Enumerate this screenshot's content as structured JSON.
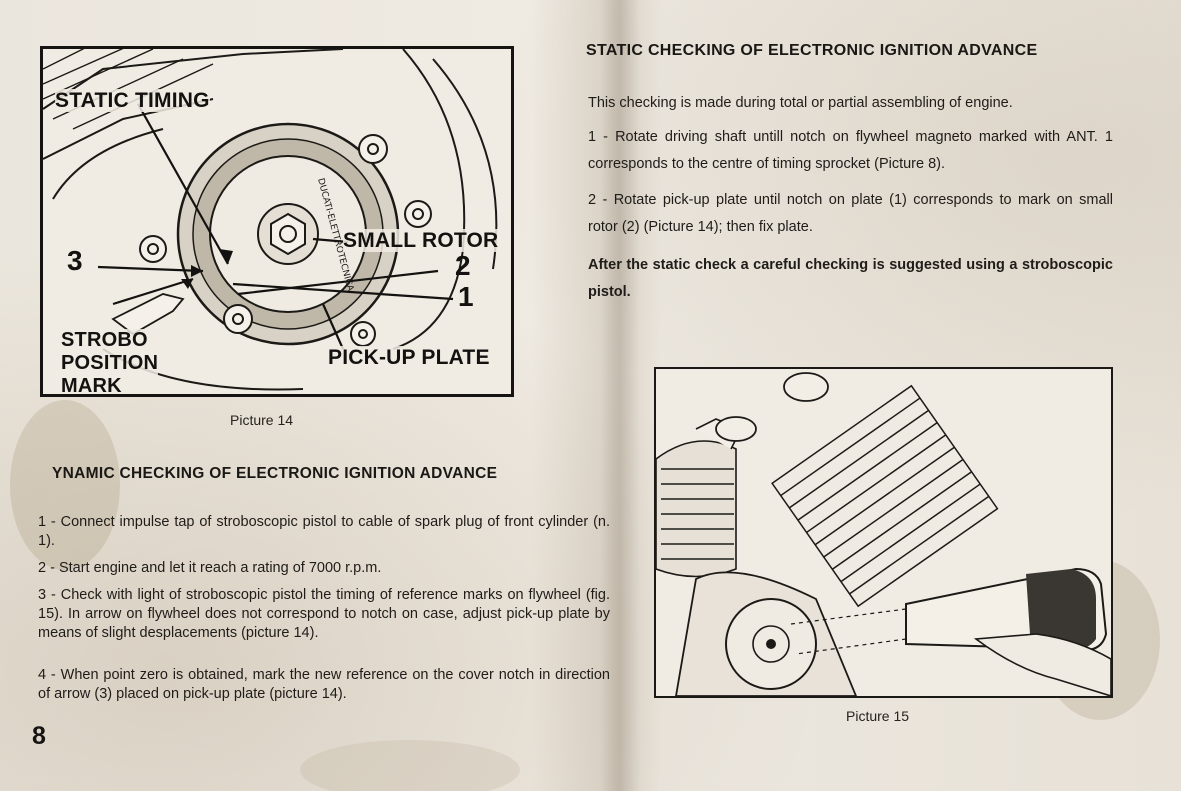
{
  "left_page": {
    "figure14": {
      "labels": {
        "static_timing": "STATIC TIMING",
        "small_rotor": "SMALL ROTOR",
        "pickup_plate": "PICK-UP PLATE",
        "strobo_line1": "STROBO",
        "strobo_line2": "POSITION",
        "strobo_line3": "MARK",
        "num1": "1",
        "num2": "2",
        "num3": "3",
        "rotor_text": "DUCATI-ELETTROTECNICA"
      },
      "caption": "Picture 14"
    },
    "heading": "YNAMIC CHECKING OF ELECTRONIC IGNITION ADVANCE",
    "paragraphs": [
      "1 - Connect impulse tap of stroboscopic pistol to cable of spark plug of front cylinder (n. 1).",
      "2 - Start engine and let it reach a rating of 7000 r.p.m.",
      "3 - Check with light of stroboscopic pistol the timing of reference marks on flywheel (fig. 15). In arrow on flywheel does not correspond to notch on case, adjust pick-up plate by means of slight desplacements (picture 14).",
      "4 - When point zero is obtained, mark the new reference on the cover notch in direction of arrow (3) placed on pick-up plate (picture 14)."
    ],
    "page_number": "8"
  },
  "right_page": {
    "heading": "STATIC CHECKING OF ELECTRONIC IGNITION ADVANCE",
    "paragraphs": [
      "This checking is made during total or partial assembling of engine.",
      "1 - Rotate driving shaft untill notch on flywheel magneto marked with ANT. 1 corresponds to the centre of timing sprocket (Picture 8).",
      "2 - Rotate pick-up plate until notch on plate (1) corresponds to mark on small rotor (2) (Picture 14); then fix plate.",
      "After the static check a careful checking is suggested using a stroboscopic pistol."
    ],
    "figure15": {
      "caption": "Picture 15"
    }
  },
  "colors": {
    "paper": "#ebe6dd",
    "ink": "#1d1b18"
  }
}
